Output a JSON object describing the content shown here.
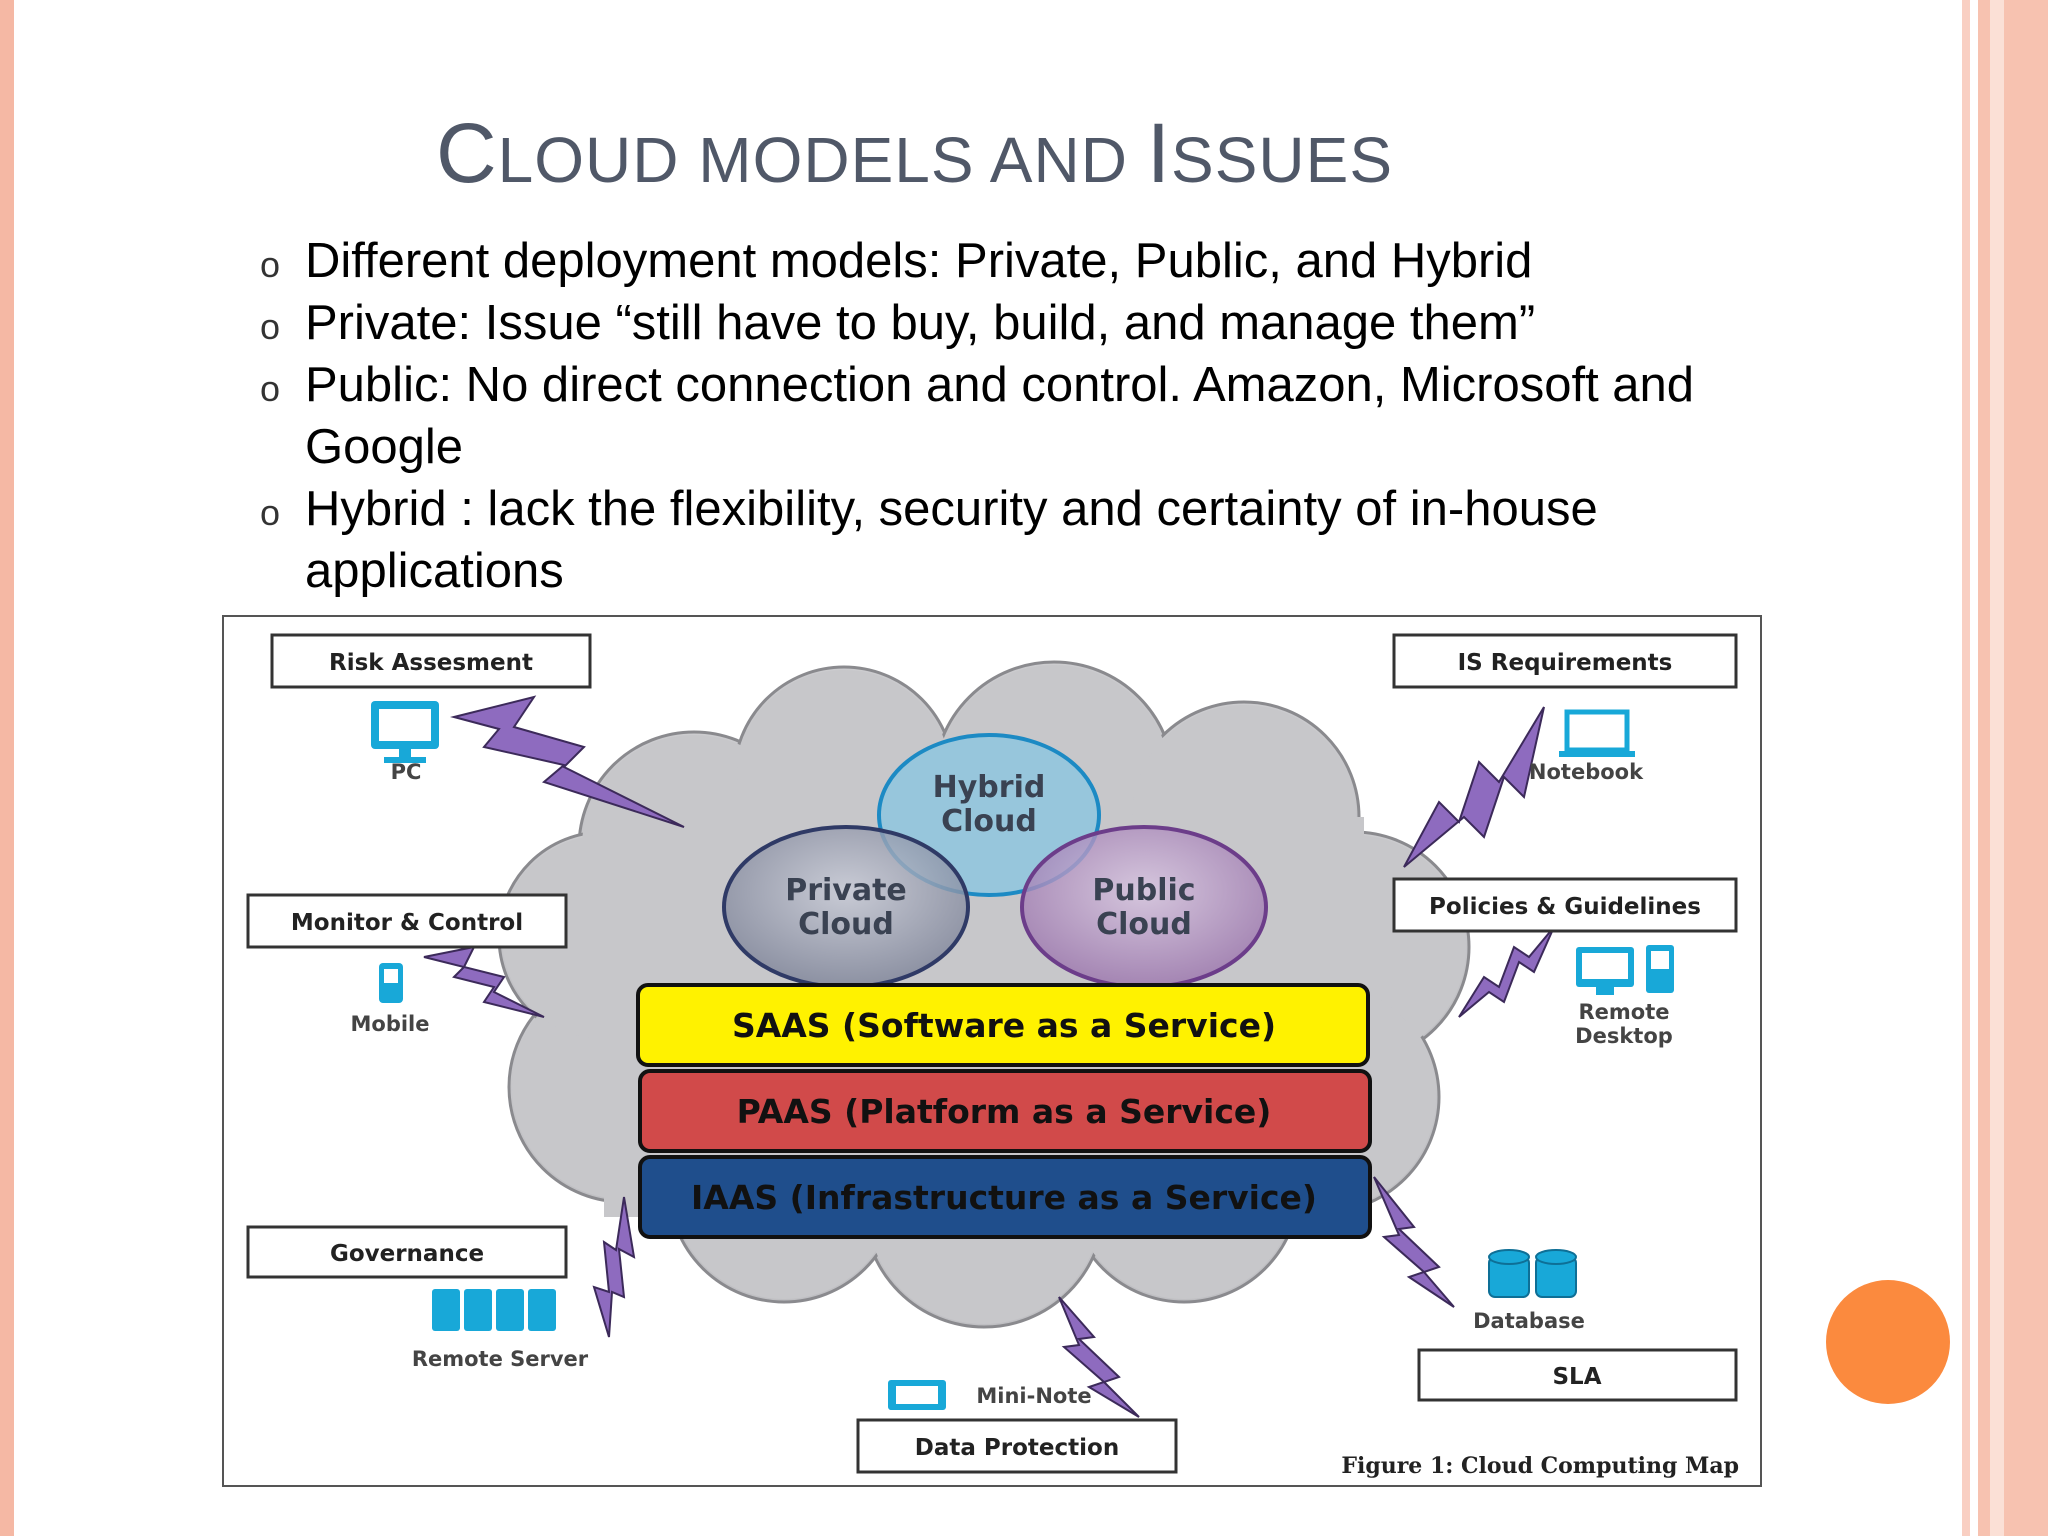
{
  "title": {
    "first": "C",
    "rest1": "LOUD MODELS AND ",
    "cap2": "I",
    "rest2": "SSUES"
  },
  "bullets": [
    "Different deployment models: Private, Public, and Hybrid",
    "Private: Issue “still have to buy, build, and manage them”",
    "Public: No direct connection and control. Amazon, Microsoft and Google",
    "Hybrid : lack the flexibility, security and certainty of in-house applications"
  ],
  "bullet_mark": "o",
  "diagram": {
    "boxes": {
      "risk": "Risk Assesment",
      "is_req": "IS Requirements",
      "monitor": "Monitor & Control",
      "policies": "Policies & Guidelines",
      "governance": "Governance",
      "sla": "SLA",
      "data_protection": "Data Protection"
    },
    "devices": {
      "pc": "PC",
      "notebook": "Notebook",
      "mobile": "Mobile",
      "remote_desktop_1": "Remote",
      "remote_desktop_2": "Desktop",
      "remote_server": "Remote Server",
      "database": "Database",
      "mini_note": "Mini-Note"
    },
    "clouds": {
      "hybrid_1": "Hybrid",
      "hybrid_2": "Cloud",
      "private_1": "Private",
      "private_2": "Cloud",
      "public_1": "Public",
      "public_2": "Cloud"
    },
    "layers": {
      "saas": "SAAS (Software as a Service)",
      "paas": "PAAS (Platform as a Service)",
      "iaas": "IAAS (Infrastructure as a Service)"
    },
    "caption": "Figure 1: Cloud Computing Map",
    "colors": {
      "saas": "#fff200",
      "paas": "#d14a4a",
      "iaas": "#1f4e8c",
      "bolt": "#8e6bbf",
      "device": "#18a8d8",
      "cloud": "#c9c9cc"
    }
  },
  "colors": {
    "accent_dot": "#fb8a3e",
    "frame": "#f5b8a4",
    "title": "#505868"
  }
}
